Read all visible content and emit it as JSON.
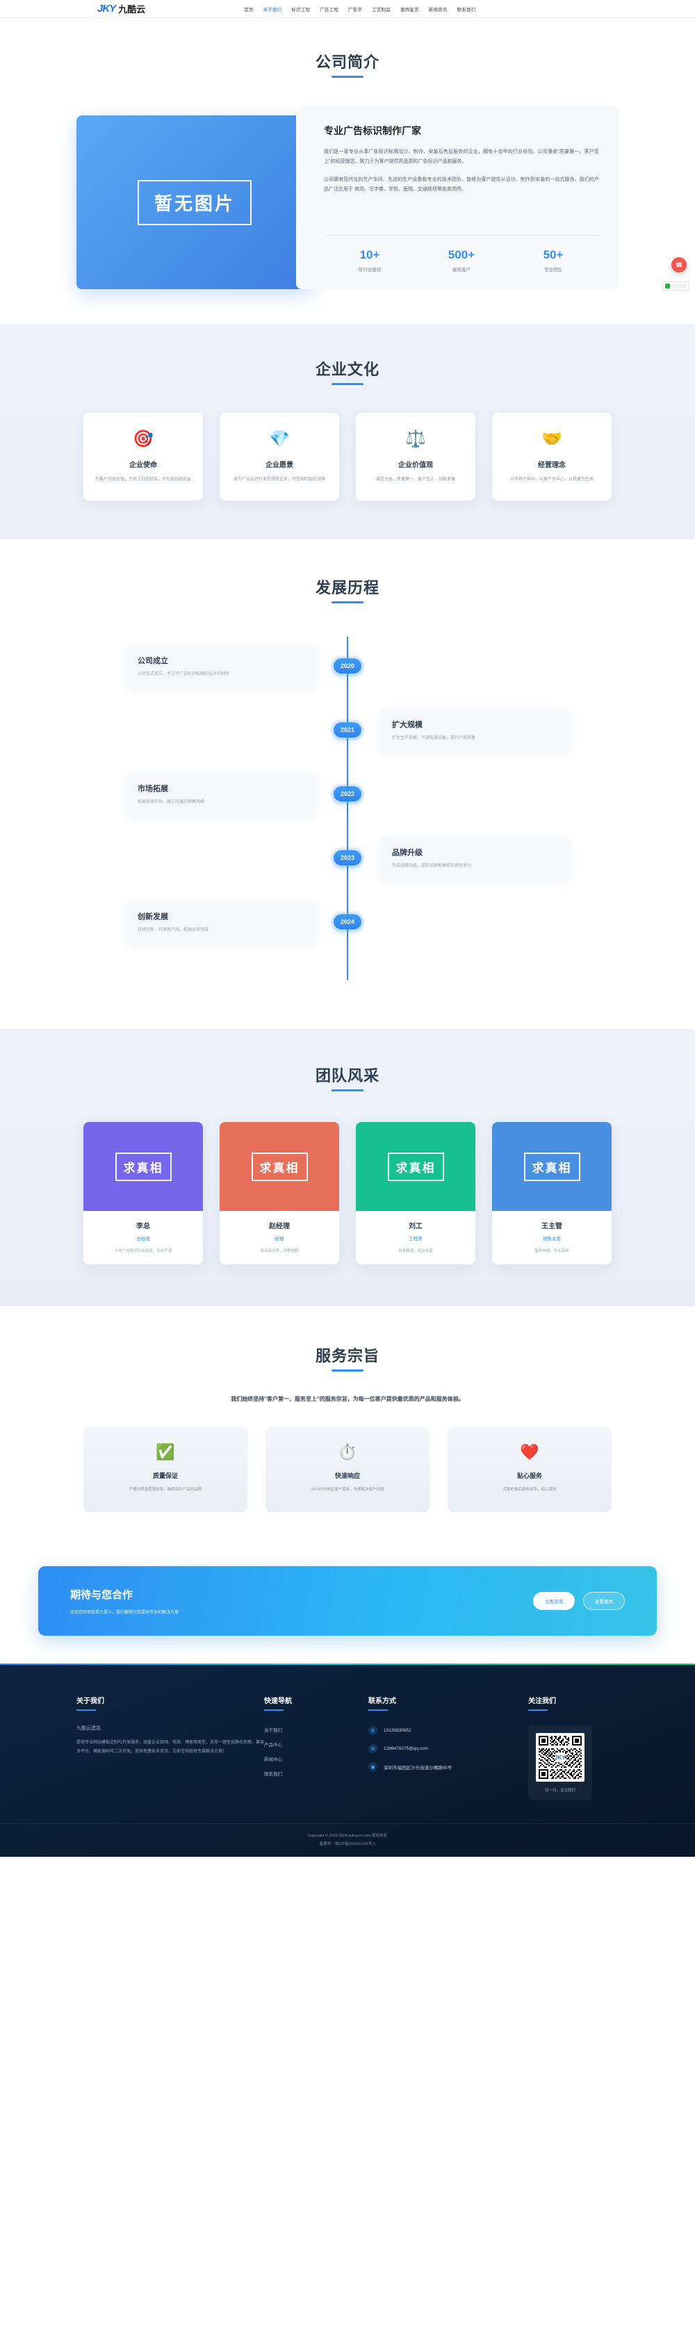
{
  "header": {
    "logo_mark": "JKY",
    "logo_text": "九酷云",
    "nav": [
      {
        "label": "首页",
        "active": false
      },
      {
        "label": "关于我们",
        "active": true
      },
      {
        "label": "标识工程",
        "active": false
      },
      {
        "label": "广告工程",
        "active": false
      },
      {
        "label": "广告字",
        "active": false
      },
      {
        "label": "工艺制品",
        "active": false
      },
      {
        "label": "案例鉴赏",
        "active": false
      },
      {
        "label": "新闻资讯",
        "active": false
      },
      {
        "label": "联系我们",
        "active": false
      }
    ]
  },
  "profile": {
    "section_title": "公司简介",
    "image_placeholder": "暂无图片",
    "heading": "专业广告标识制作厂家",
    "paragraph1": "我们是一家专业从事广告标识标牌设计、制作、安装及售后服务的企业，拥有十余年的行业经验。公司秉承\"质量第一、客户至上\"的经营理念，致力于为客户提供高品质的广告标识产品和服务。",
    "paragraph2": "公司拥有现代化的生产车间、先进的生产设备和专业的技术团队，能够为客户提供从设计、制作到安装的一站式服务。我们的产品广泛应用于 商场、写字楼、学校、医院、交通枢纽等各类场所。",
    "stats": [
      {
        "num": "10+",
        "label": "年行业经验"
      },
      {
        "num": "500+",
        "label": "服务客户"
      },
      {
        "num": "50+",
        "label": "专业团队"
      }
    ]
  },
  "culture": {
    "section_title": "企业文化",
    "cards": [
      {
        "icon": "🎯",
        "icon_name": "target-icon",
        "title": "企业使命",
        "desc": "为客户创造价值，为员工创造机会，为社会创造效益"
      },
      {
        "icon": "💎",
        "icon_name": "diamond-icon",
        "title": "企业愿景",
        "desc": "成为广告标识行业的领军企业，打造国际知名品牌"
      },
      {
        "icon": "⚖️",
        "icon_name": "scales-icon",
        "title": "企业价值观",
        "desc": "诚信为本、质量第一、客户至上、创新发展"
      },
      {
        "icon": "🤝",
        "icon_name": "handshake-icon",
        "title": "经营理念",
        "desc": "以市场为导向，以客户为中心，以质量为生命"
      }
    ]
  },
  "timeline": {
    "section_title": "发展历程",
    "items": [
      {
        "year": "2020",
        "side": "left",
        "title": "公司成立",
        "desc": "公司正式成立，专注于广告标识标牌的设计与制作"
      },
      {
        "year": "2021",
        "side": "right",
        "title": "扩大规模",
        "desc": "扩大生产规模，引进先进设备，提升产品质量"
      },
      {
        "year": "2022",
        "side": "left",
        "title": "市场拓展",
        "desc": "拓展全国市场，建立完善的销售网络"
      },
      {
        "year": "2023",
        "side": "right",
        "title": "品牌升级",
        "desc": "完成品牌升级，提升品牌形象和市场竞争力"
      },
      {
        "year": "2024",
        "side": "left",
        "title": "创新发展",
        "desc": "持续创新，开发新产品，拓展业务领域"
      }
    ]
  },
  "team": {
    "section_title": "团队风采",
    "members": [
      {
        "photo_text": "求真相",
        "color": "#7565e8",
        "name": "李总",
        "role": "总经理",
        "desc": "十年广告标识行业经验，专业严谨"
      },
      {
        "photo_text": "求真相",
        "color": "#e8705a",
        "name": "赵经理",
        "role": "经理",
        "desc": "资深设计师，创意独特"
      },
      {
        "photo_text": "求真相",
        "color": "#17c18e",
        "name": "刘工",
        "role": "工程师",
        "desc": "技术精湛，经验丰富"
      },
      {
        "photo_text": "求真相",
        "color": "#4a90e2",
        "name": "王主管",
        "role": "销售主管",
        "desc": "服务热情，专业高效"
      }
    ]
  },
  "service": {
    "section_title": "服务宗旨",
    "lead": "我们始终坚持\"客户第一、服务至上\"的服务宗旨，为每一位客户提供最优质的产品和服务体验。",
    "cards": [
      {
        "icon": "✅",
        "icon_name": "check-mark-icon",
        "title": "质量保证",
        "desc": "严格的质量管理体系，确保每件产品的品质"
      },
      {
        "icon": "⏱️",
        "icon_name": "stopwatch-icon",
        "title": "快速响应",
        "desc": "24小时内响应客户需求，快速解决客户问题"
      },
      {
        "icon": "❤️",
        "icon_name": "heart-icon",
        "title": "贴心服务",
        "desc": "完善的售后服务体系，贴心服务"
      }
    ]
  },
  "cta": {
    "heading": "期待与您合作",
    "subheading": "无论您的项目是大是小，我们都将为您提供专业的解决方案",
    "primary_btn": "立即咨询",
    "secondary_btn": "查看案例"
  },
  "footer": {
    "about": {
      "title": "关于我们",
      "brand": "九酷云建站",
      "desc": "提供专业网站模板定制与开发服务，涵盖企业官网、电商、博客等类型，支持一键生成静态页面，兼容多平台，模板源码可二次开发，提供免费技术支持，立即咨询获取专属解决方案！"
    },
    "quicknav": {
      "title": "快速导航",
      "links": [
        "关于我们",
        "产品中心",
        "新闻中心",
        "联系我们"
      ]
    },
    "contact": {
      "title": "联系方式",
      "items": [
        {
          "icon": "📞",
          "icon_name": "phone-icon",
          "text": "13128930652"
        },
        {
          "icon": "✉",
          "icon_name": "email-icon",
          "text": "1286478275@qq.com"
        },
        {
          "icon": "📍",
          "icon_name": "location-icon",
          "text": "深圳市福田区沙头街道沙嘴路65号"
        }
      ]
    },
    "follow": {
      "title": "关注我们",
      "qr_label": "JKY",
      "qr_caption": "扫一扫，关注我们"
    },
    "bottom": {
      "copyright": "Copyright © 2015-2026 jiukuyun.com 版权所有",
      "icp": "备案号：粤ICP备20XXXXXX号-1"
    }
  }
}
